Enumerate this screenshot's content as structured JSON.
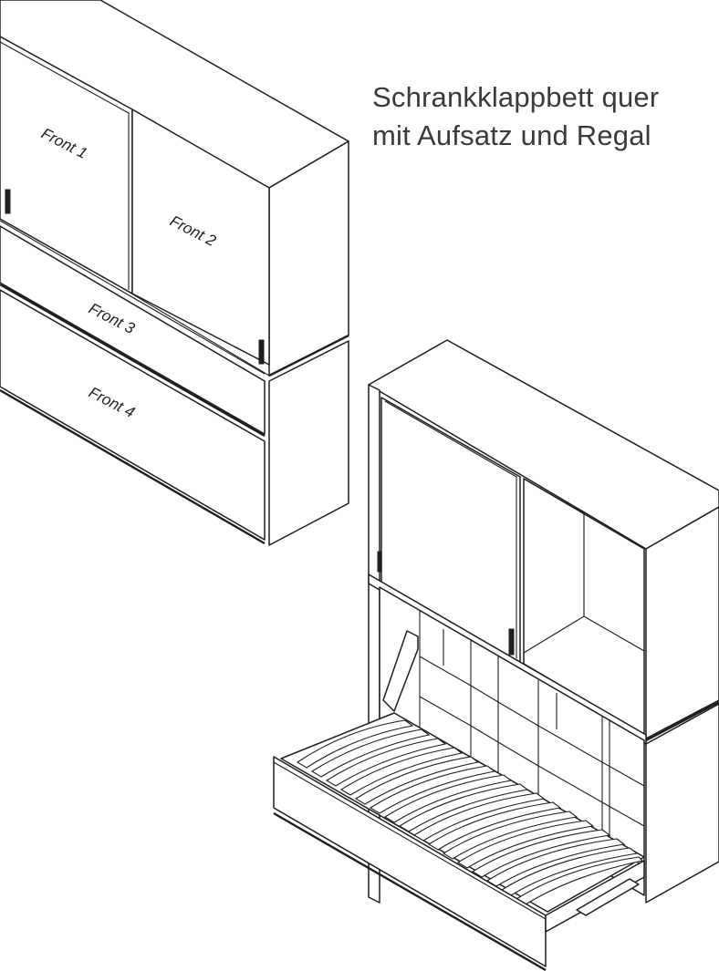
{
  "title": {
    "line1": "Schrankklappbett quer",
    "line2": "mit Aufsatz und Regal"
  },
  "fronts": [
    {
      "label": "Front 1"
    },
    {
      "label": "Front 2"
    },
    {
      "label": "Front 3"
    },
    {
      "label": "Front 4"
    }
  ]
}
